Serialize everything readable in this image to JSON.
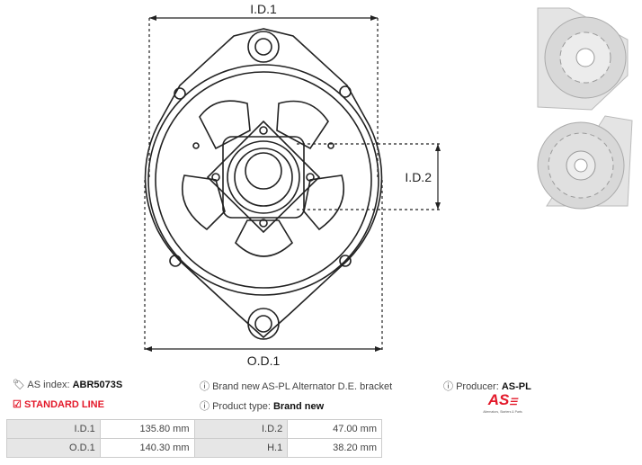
{
  "drawing": {
    "labels": {
      "id1": "I.D.1",
      "id2": "I.D.2",
      "od1": "O.D.1"
    }
  },
  "photos": [
    {
      "name": "bracket-photo-front"
    },
    {
      "name": "bracket-photo-back"
    }
  ],
  "info": {
    "as_index_label": "AS index:",
    "as_index_value": "ABR5073S",
    "description": "Brand new AS-PL Alternator D.E. bracket",
    "producer_label": "Producer:",
    "producer_value": "AS-PL",
    "line": "STANDARD LINE",
    "product_type_label": "Product type:",
    "product_type_value": "Brand new",
    "logo_text": "AS",
    "logo_tagline": "Alternators, Starters & Parts"
  },
  "colors": {
    "accent": "#e3192a"
  },
  "icons": {
    "tags": "tags-icon",
    "info": "info-circle-icon",
    "check": "check-square-icon"
  },
  "specs": [
    {
      "label1": "I.D.1",
      "value1": "135.80 mm",
      "label2": "I.D.2",
      "value2": "47.00 mm"
    },
    {
      "label1": "O.D.1",
      "value1": "140.30 mm",
      "label2": "H.1",
      "value2": "38.20 mm"
    }
  ]
}
